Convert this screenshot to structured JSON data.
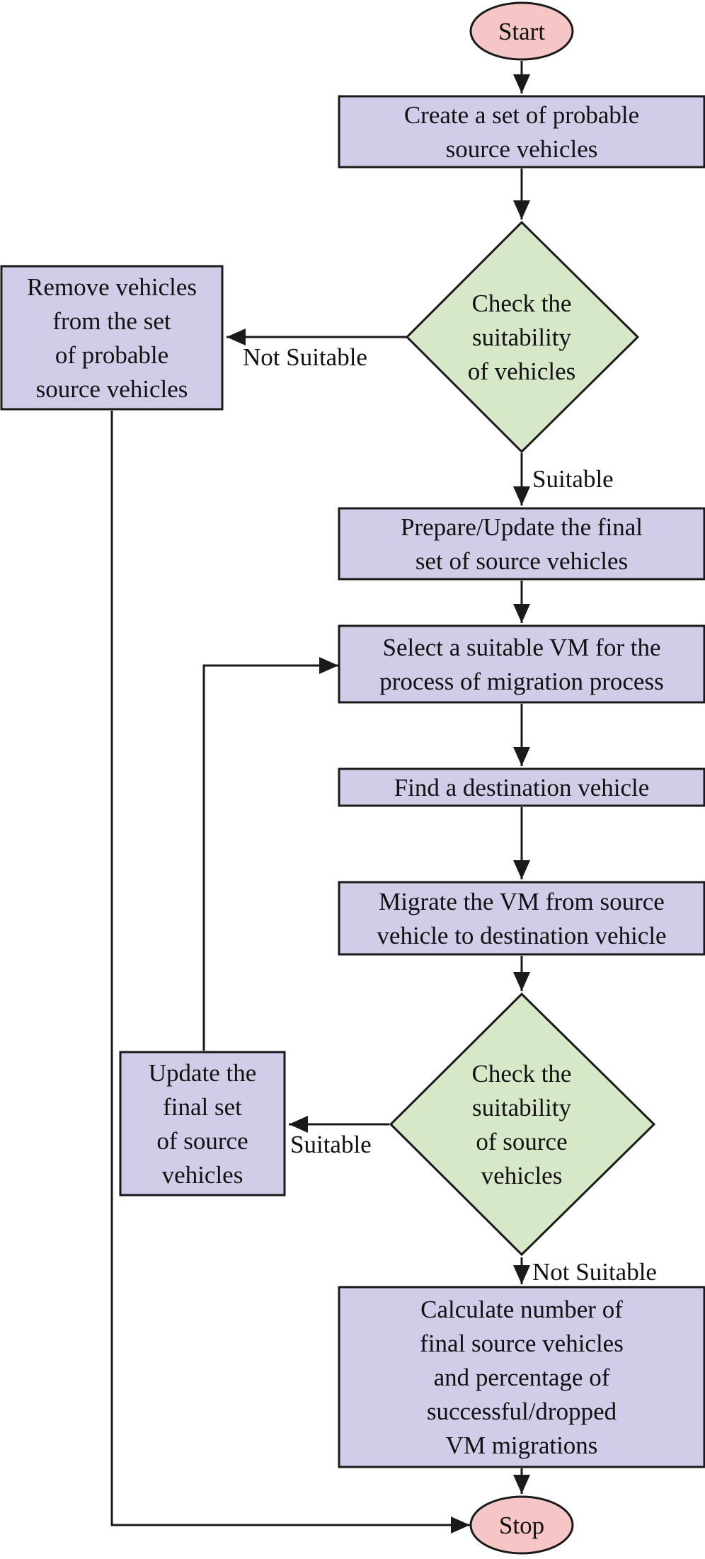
{
  "colors": {
    "process_fill": "#cfcde8",
    "terminal_fill": "#f6c6c6",
    "decision_fill": "#d6e8c8",
    "stroke": "#1a1a1a"
  },
  "nodes": {
    "start": {
      "lines": [
        "Start"
      ]
    },
    "create_set": {
      "lines": [
        "Create a set of probable",
        "source vehicles"
      ]
    },
    "check_vehicles": {
      "lines": [
        "Check the",
        "suitability",
        "of vehicles"
      ]
    },
    "remove_vehicles": {
      "lines": [
        "Remove vehicles",
        "from the set",
        "of probable",
        "source vehicles"
      ]
    },
    "prepare_final": {
      "lines": [
        "Prepare/Update the final",
        "set of source vehicles"
      ]
    },
    "select_vm": {
      "lines": [
        "Select a suitable VM for the",
        "process of migration process"
      ]
    },
    "find_destination": {
      "lines": [
        "Find a destination vehicle"
      ]
    },
    "migrate_vm": {
      "lines": [
        "Migrate the VM from source",
        "vehicle to destination vehicle"
      ]
    },
    "check_source": {
      "lines": [
        "Check the",
        "suitability",
        "of source",
        "vehicles"
      ]
    },
    "update_final": {
      "lines": [
        "Update the",
        "final set",
        "of source",
        "vehicles"
      ]
    },
    "calculate": {
      "lines": [
        "Calculate number of",
        "final source vehicles",
        "and percentage of",
        "successful/dropped",
        "VM migrations"
      ]
    },
    "stop": {
      "lines": [
        "Stop"
      ]
    }
  },
  "edge_labels": {
    "not_suitable_1": "Not Suitable",
    "suitable_1": "Suitable",
    "suitable_2": "Suitable",
    "not_suitable_2": "Not Suitable"
  }
}
